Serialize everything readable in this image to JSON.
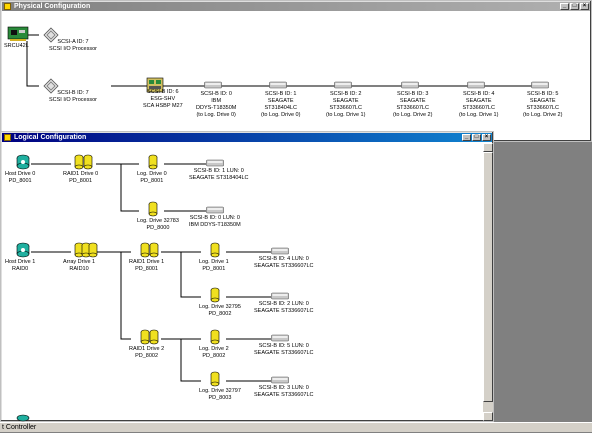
{
  "physical_window": {
    "title": "Physical Configuration",
    "nodes": {
      "controller": [
        "SRCU42L"
      ],
      "scsi_a": [
        "SCSI-A ID: 7",
        "SCSI I/O Processor"
      ],
      "scsi_b7": [
        "SCSI-B ID: 7",
        "SCSI I/O Processor"
      ],
      "esg": [
        "SCSI-B ID: 6",
        "ESG-SHV",
        "SCA HSBP M27"
      ],
      "d0": [
        "SCSI-B ID: 0",
        "IBM",
        "DDYS-T18350M",
        "(to Log. Drive 0)"
      ],
      "d1": [
        "SCSI-B ID: 1",
        "SEAGATE",
        "ST318404LC",
        "(to Log. Drive 0)"
      ],
      "d2": [
        "SCSI-B ID: 2",
        "SEAGATE",
        "ST336607LC",
        "(to Log. Drive 1)"
      ],
      "d3": [
        "SCSI-B ID: 3",
        "SEAGATE",
        "ST336607LC",
        "(to Log. Drive 2)"
      ],
      "d4": [
        "SCSI-B ID: 4",
        "SEAGATE",
        "ST336607LC",
        "(to Log. Drive 1)"
      ],
      "d5": [
        "SCSI-B ID: 5",
        "SEAGATE",
        "ST336607LC",
        "(to Log. Drive 2)"
      ]
    }
  },
  "logical_window": {
    "title": "Logical Configuration",
    "nodes": {
      "host0": [
        "Host Drive 0",
        "PD_8001"
      ],
      "raid1_0": [
        "RAID1 Drive 0",
        "PD_8001"
      ],
      "log0": [
        "Log. Drive 0",
        "PD_8001"
      ],
      "disk_a": [
        "SCSI-B ID: 1 LUN: 0",
        "SEAGATE ST318404LC"
      ],
      "log32783": [
        "Log. Drive 32783",
        "PD_8000"
      ],
      "disk_b": [
        "SCSI-B ID: 0 LUN: 0",
        "IBM     DDYS-T18350M"
      ],
      "host1": [
        "Host Drive 1",
        "RAID0"
      ],
      "array1": [
        "Array Drive 1",
        "RAID10"
      ],
      "raid1_1": [
        "RAID1 Drive 1",
        "PD_8001"
      ],
      "log1": [
        "Log. Drive 1",
        "PD_8001"
      ],
      "disk_c": [
        "SCSI-B ID: 4 LUN: 0",
        "SEAGATE ST336607LC"
      ],
      "log32795": [
        "Log. Drive 32795",
        "PD_8002"
      ],
      "disk_d": [
        "SCSI-B ID: 2 LUN: 0",
        "SEAGATE ST336607LC"
      ],
      "raid1_2": [
        "RAID1 Drive 2",
        "PD_8002"
      ],
      "log2": [
        "Log. Drive 2",
        "PD_8002"
      ],
      "disk_e": [
        "SCSI-B ID: 5 LUN: 0",
        "SEAGATE ST336607LC"
      ],
      "log32797": [
        "Log. Drive 32797",
        "PD_8003"
      ],
      "disk_f": [
        "SCSI-B ID: 3 LUN: 0",
        "SEAGATE ST336607LC"
      ]
    }
  },
  "statusbar": {
    "text": "t Controller"
  },
  "colors": {
    "titlebar_active": "#000080",
    "titlebar_inactive": "#808080",
    "drive_yellow": "#f0e020",
    "host_teal": "#20b0a0"
  }
}
